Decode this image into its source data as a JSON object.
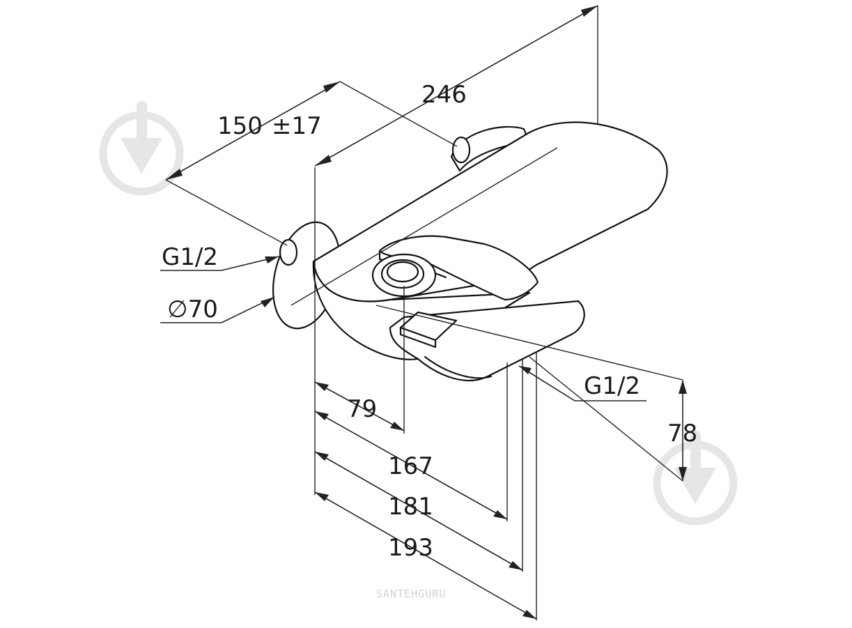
{
  "dimensions": {
    "d246": "246",
    "d150": "150",
    "d17": "±17",
    "g_left": "G1/2",
    "diam70": "∅70",
    "g_right": "G1/2",
    "d78": "78",
    "d79": "79",
    "d167": "167",
    "d181": "181",
    "d193": "193"
  },
  "watermark": {
    "brand": "SANTEHGURU",
    "icon": "download-arrow-icon"
  }
}
